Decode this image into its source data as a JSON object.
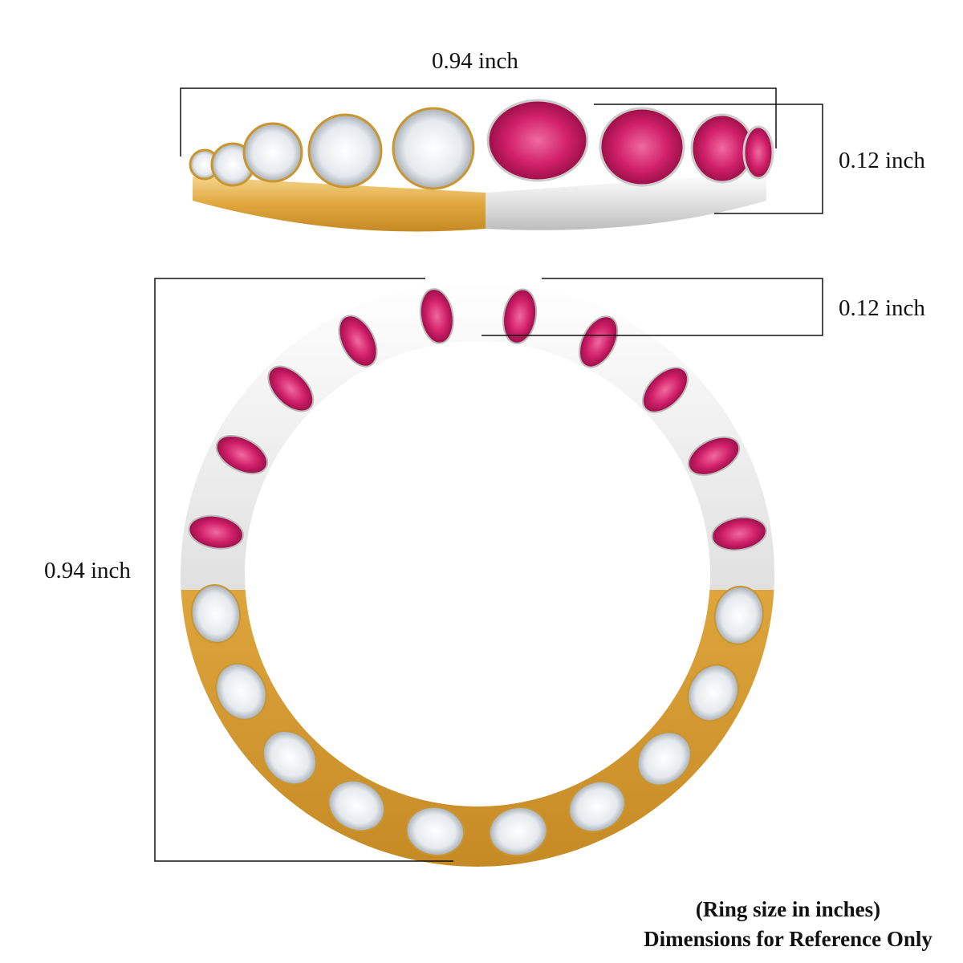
{
  "dimensions": {
    "top_width": "0.94 inch",
    "top_height": "0.12 inch",
    "ring_width": "0.12 inch",
    "ring_diameter": "0.94 inch"
  },
  "notes": {
    "line1": "(Ring size in inches)",
    "line2": "Dimensions for Reference Only"
  },
  "colors": {
    "gold": "#e8b04a",
    "silver": "#e6e6e6",
    "ruby": "#d1206a",
    "diamond": "#f4f6f8",
    "line": "#111111"
  }
}
